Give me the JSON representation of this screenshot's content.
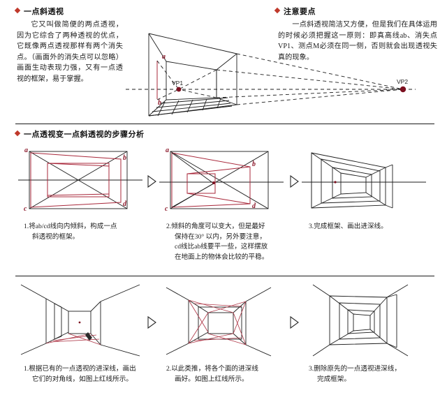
{
  "document": {
    "title": "一点斜透视",
    "language": "zh"
  },
  "sections": {
    "intro_left": {
      "heading": "一点斜透视",
      "body": "它又叫做简便的两点透视，因为它综合了两种透视的优点，它既像两点透视那样有两个消失点。（画面外的消失点可以忽略）画面生动表现力强，又有一点透视的框架，易于掌握。"
    },
    "intro_right": {
      "heading": "注意要点",
      "body": "一点斜透视简洁又方便，但是我们在具体运用的时候必须把握这一原则：即真高线ab、消失点VP1、测点M必须在同一侧，否则就会出现透视失真的现象。"
    },
    "steps_heading": "一点透视变一点斜透视的步骤分析"
  },
  "main_diagram": {
    "labels": {
      "a": "a",
      "b": "b",
      "vp1": "VP1",
      "vp2": "VP2"
    }
  },
  "row2": {
    "figures": [
      {
        "labels": {
          "a": "a",
          "b": "b",
          "c": "c",
          "d": "d"
        }
      },
      {
        "labels": {
          "a": "a",
          "b": "b",
          "c": "c",
          "d": "d"
        }
      },
      {
        "labels": {}
      }
    ],
    "captions": [
      {
        "lines": [
          "1.将ab/cd线向内倾斜，构成一点",
          "斜透视的框架。"
        ]
      },
      {
        "lines": [
          "2.倾斜的角度可以变大，但是最好",
          "保持在30° 以内，另外要注意，",
          "cd线比ab线要平一些，这样摆放",
          "在地面上的物体会比较的平稳。"
        ]
      },
      {
        "lines": [
          "3.完成框架、画出进深线。"
        ]
      }
    ]
  },
  "row3": {
    "captions": [
      {
        "lines": [
          "1.根据已有的一点透视的进深线，画出",
          "它们的对角线，如图上红线所示。"
        ]
      },
      {
        "lines": [
          "2.以此类推，将各个面的进深线",
          "画好。如图上红线所示。"
        ]
      },
      {
        "lines": [
          "3.删除原先的一点透视进深线，",
          "完成框架。"
        ]
      }
    ]
  },
  "colors": {
    "ink": "#1d1d1d",
    "red_line": "#a8273a",
    "marker": "#c0392b",
    "vanishing_point": "#7c1020",
    "paper": "#ffffff"
  }
}
